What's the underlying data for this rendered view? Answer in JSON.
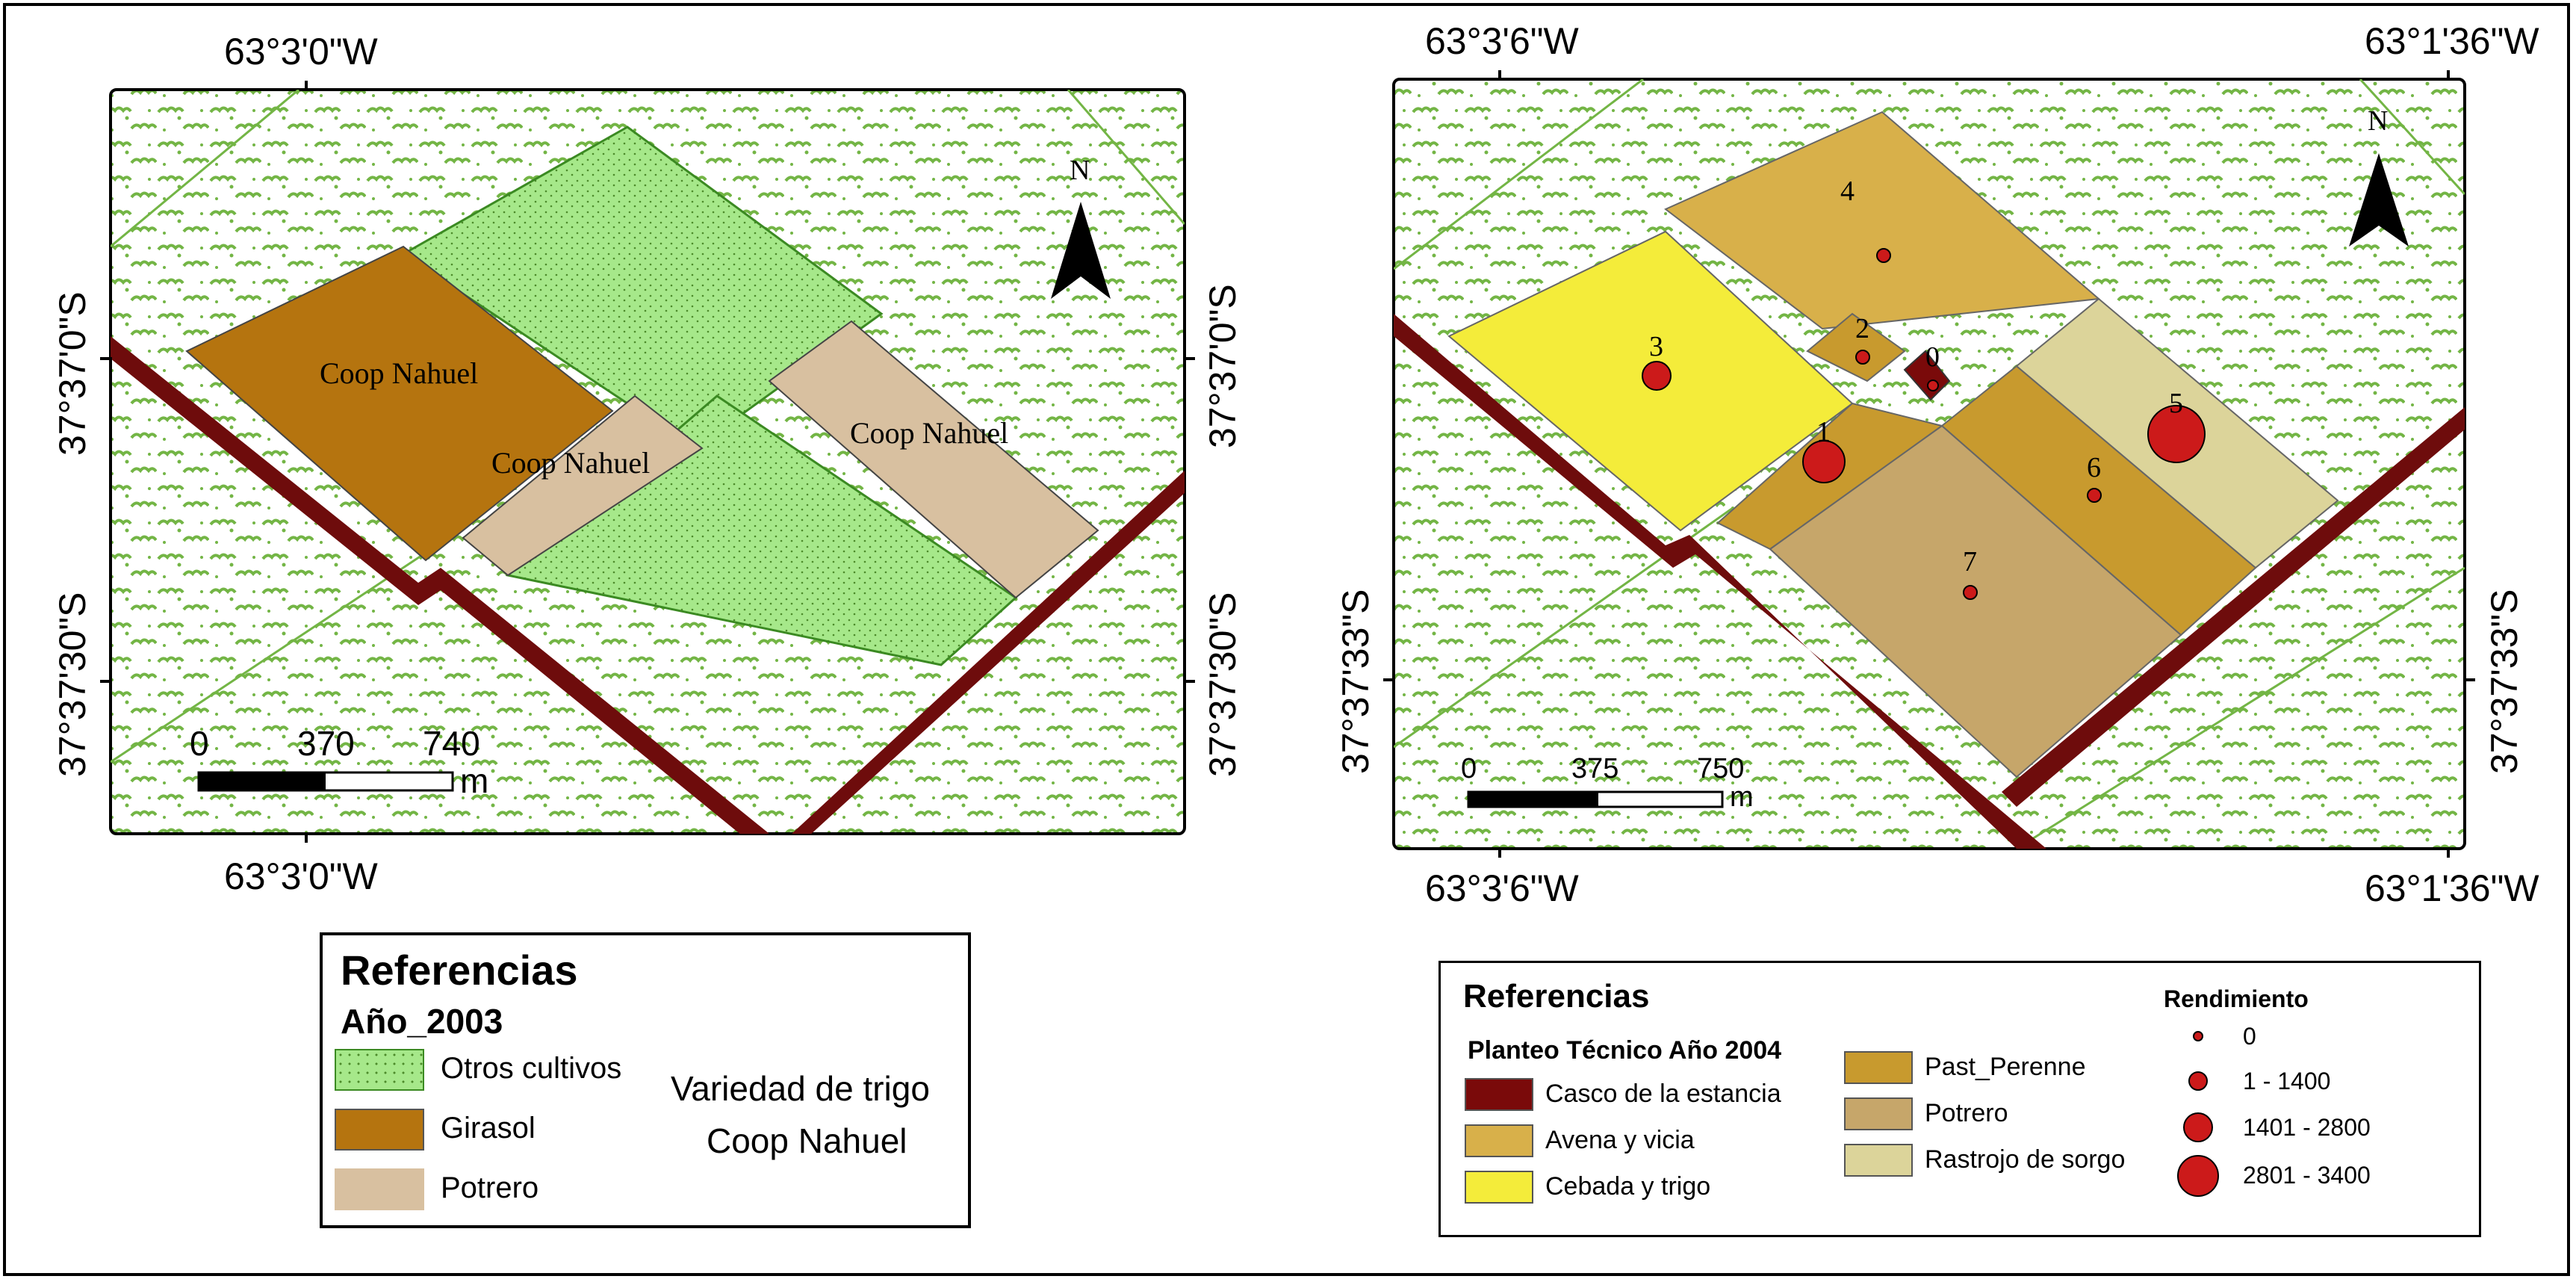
{
  "left_map": {
    "coords": {
      "top": "63°3'0\"W",
      "bottom": "63°3'0\"W",
      "left_upper": "37°37'0\"S",
      "left_lower": "37°37'30\"S",
      "right_upper": "37°37'0\"S",
      "right_lower": "37°37'30\"S"
    },
    "labels": {
      "parcel_a": "Coop Nahuel",
      "parcel_b": "Coop Nahuel",
      "parcel_c": "Coop Nahuel"
    },
    "north": "N",
    "scale": {
      "t0": "0",
      "t1": "370",
      "t2": "740",
      "unit": "m"
    }
  },
  "right_map": {
    "coords": {
      "top_left": "63°3'6\"W",
      "top_right": "63°1'36\"W",
      "bottom_left": "63°3'6\"W",
      "bottom_right": "63°1'36\"W",
      "left": "37°37'33\"S",
      "right": "37°37'33\"S"
    },
    "points": [
      "0",
      "1",
      "2",
      "3",
      "4",
      "5",
      "6",
      "7"
    ],
    "north": "N",
    "scale": {
      "t0": "0",
      "t1": "375",
      "t2": "750",
      "unit": "m"
    }
  },
  "legend_left": {
    "title": "Referencias",
    "subtitle": "Año_2003",
    "items": [
      "Otros cultivos",
      "Girasol",
      "Potrero"
    ],
    "note_line1": "Variedad de trigo",
    "note_line2": "Coop Nahuel"
  },
  "legend_right": {
    "title": "Referencias",
    "subtitle": "Planteo Técnico Año 2004",
    "col1": [
      "Casco de la estancia",
      "Avena y vicia",
      "Cebada y trigo"
    ],
    "col2": [
      "Past_Perenne",
      "Potrero",
      "Rastrojo de sorgo"
    ],
    "rend_title": "Rendimiento",
    "rend_items": [
      "0",
      "1 - 1400",
      "1401 - 2800",
      "2801 - 3400"
    ]
  },
  "colors": {
    "otros_cultivos": "#a6e88a",
    "girasol": "#b5740f",
    "potrero_2003": "#d8c0a0",
    "casco": "#7a0a0a",
    "avena_vicia": "#d8b04a",
    "cebada_trigo": "#f4ec3a",
    "past_perenne": "#c89a2e",
    "potrero_2004": "#c6a66a",
    "rastrojo_sorgo": "#dcd49a",
    "road": "#6e0c0c",
    "point": "#cc1a1a",
    "background_pattern": "#73b545"
  }
}
